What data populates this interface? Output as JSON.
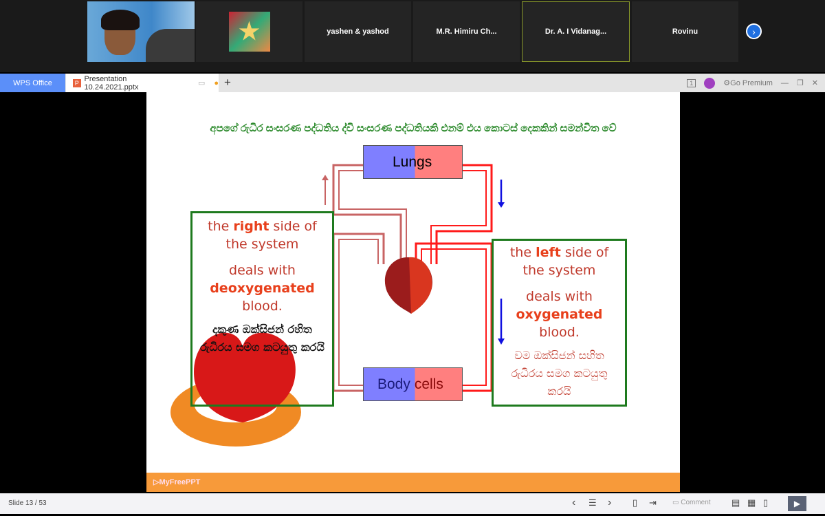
{
  "meeting": {
    "participants": [
      "yashen & yashod",
      "M.R. Himiru Ch...",
      "Dr. A. I Vidanag...",
      "Rovinu"
    ],
    "next_icon": "chevron-right-icon"
  },
  "app": {
    "name": "WPS Office",
    "file_tab": "Presentation 10.24.2021.pptx",
    "premium": "Go Premium",
    "page_badge": "1"
  },
  "slide": {
    "title": "අපගේ රුධිර සංසරණ පද්ධතිය ද්වි සංසරණ පද්ධතියකි එනම් එය කොටස් දෙකකින් සමන්විත වේ",
    "lungs": "Lungs",
    "body": "Body",
    "cells": "cells",
    "right_box": {
      "l1a": "the ",
      "l1b": "right",
      "l1c": " side of",
      "l2": "the system",
      "l3": "deals with",
      "l4": "deoxygenated",
      "l5": "blood.",
      "sinhala": "දකුණ ඔක්සිජන් රහිත රුධිරය සමග කටයුතු කරයි"
    },
    "left_box": {
      "l1a": "the ",
      "l1b": "left",
      "l1c": " side of",
      "l2": "the system",
      "l3": "deals with",
      "l4": "oxygenated",
      "l5": "blood.",
      "sinhala": "වම ඔක්සිජන් සහිත රුධිරය සමග කටයුතු කරයි"
    },
    "footer": "▷MyFreePPT",
    "colors": {
      "deoxy": "#c86464",
      "oxy": "#ff1a1a",
      "arrow_blue": "#1010e0",
      "box_border": "#1e7a1e"
    }
  },
  "status": {
    "slide": "Slide 13 / 53",
    "comment": "Comment"
  }
}
